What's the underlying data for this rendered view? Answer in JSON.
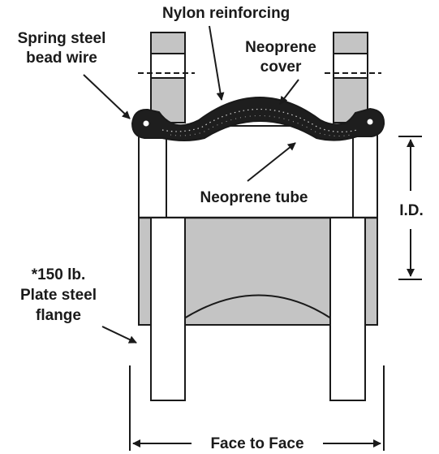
{
  "labels": {
    "nylon_reinforcing": "Nylon reinforcing",
    "spring_steel_line1": "Spring steel",
    "spring_steel_line2": "bead wire",
    "neoprene_cover_line1": "Neoprene",
    "neoprene_cover_line2": "cover",
    "neoprene_tube": "Neoprene tube",
    "id": "I.D.",
    "flange_line1": "*150 lb.",
    "flange_line2": "Plate steel",
    "flange_line3": "flange",
    "face_to_face": "Face to Face"
  },
  "colors": {
    "stroke": "#1a1a1a",
    "gray_fill": "#c4c4c4",
    "cover_fill": "#1e1e1e",
    "background": "#ffffff"
  }
}
